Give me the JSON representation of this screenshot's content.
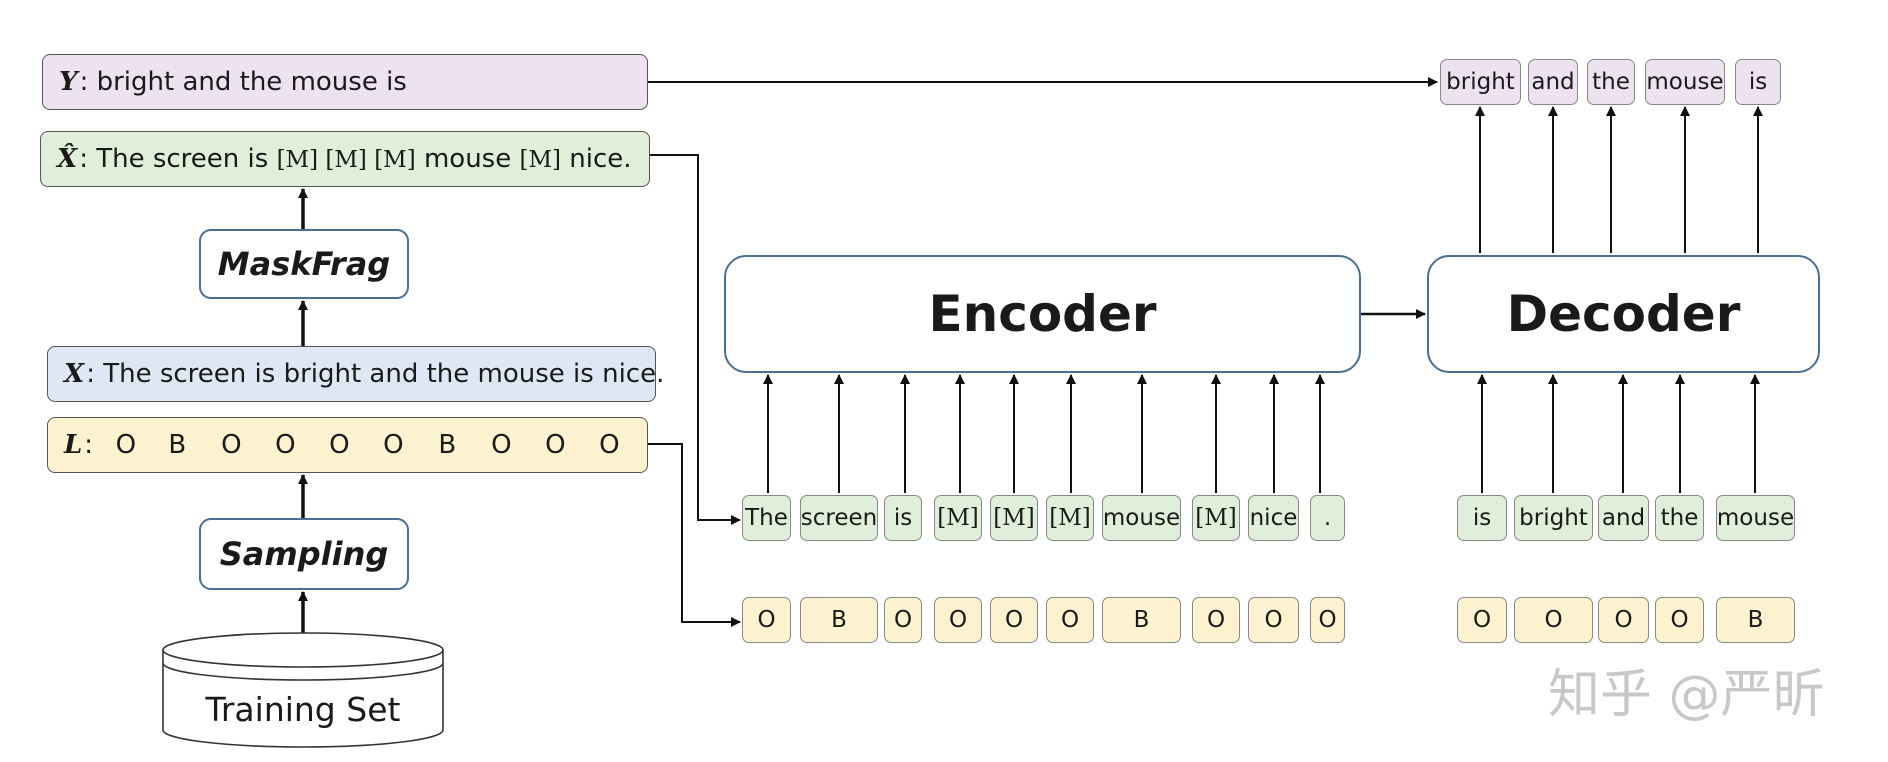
{
  "rows": {
    "y": {
      "label": "Y",
      "text": "bright and the mouse is"
    },
    "xhat": {
      "label": "X̂",
      "parts": [
        {
          "t": "The screen is ",
          "m": false
        },
        {
          "t": "[M] [M] [M]",
          "m": true
        },
        {
          "t": " mouse ",
          "m": false
        },
        {
          "t": "[M]",
          "m": true
        },
        {
          "t": " nice.",
          "m": false
        }
      ]
    },
    "x": {
      "label": "X",
      "text": "The screen is bright and the mouse is nice."
    },
    "l": {
      "label": "L",
      "values": [
        "O",
        "B",
        "O",
        "O",
        "O",
        "O",
        "B",
        "O",
        "O",
        "O"
      ]
    }
  },
  "blocks": {
    "maskfrag": "MaskFrag",
    "sampling": "Sampling",
    "training_set": "Training Set",
    "encoder": "Encoder",
    "decoder": "Decoder"
  },
  "encoder_tokens": [
    "The",
    "screen",
    "is",
    "[M]",
    "[M]",
    "[M]",
    "mouse",
    "[M]",
    "nice",
    "."
  ],
  "encoder_labels": [
    "O",
    "B",
    "O",
    "O",
    "O",
    "O",
    "B",
    "O",
    "O",
    "O"
  ],
  "decoder_tokens": [
    "is",
    "bright",
    "and",
    "the",
    "mouse"
  ],
  "decoder_labels": [
    "O",
    "O",
    "O",
    "O",
    "B"
  ],
  "output_tokens": [
    "bright",
    "and",
    "the",
    "mouse",
    "is"
  ],
  "watermark": "知乎 @严昕",
  "colors": {
    "purple": "#ece2f0",
    "green": "#e0efd9",
    "blue": "#dde8f4",
    "yellow": "#fdf2cf",
    "block_border": "#4a6f94"
  }
}
